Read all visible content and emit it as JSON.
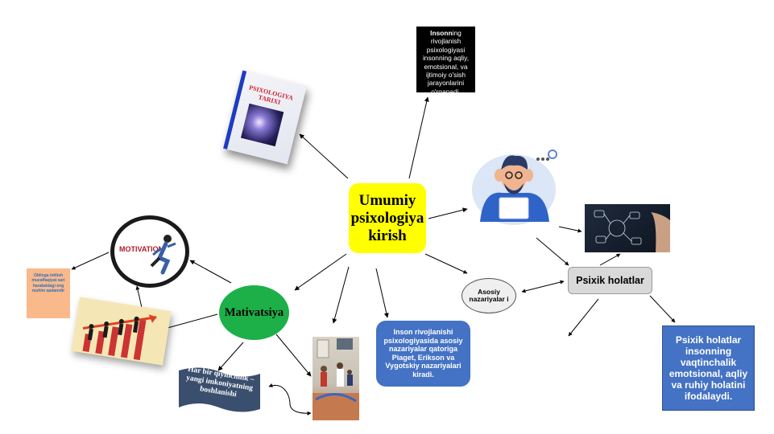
{
  "center": {
    "label": "Umumiy psixologiya kirish"
  },
  "definition": {
    "bold_part": "Insonn",
    "rest": "ing rivojlanish psixologiyasi insonning aqliy, emotsional, va ijtimoiy o'sish jarayonlarini o'rganadi."
  },
  "book": {
    "cover_title": "PSIXOLOGIYA TARIXI"
  },
  "psixik": {
    "label": "Psixik holatlar",
    "description": "Psixik holatlar insonning vaqtinchalik emotsional, aqliy va ruhiy holatini ifodalaydi."
  },
  "asosiy": {
    "label": "Asosiy nazariyalar i"
  },
  "theories_box": {
    "text": "Inson rivojlanishi psixologiyasida asosiy nazariyalar qatoriga Piaget, Erikson va Vygotskiy nazariyalari kiradi."
  },
  "mativatsiya": {
    "label": "Mativatsiya"
  },
  "motivation_image": {
    "text": "MOTIVATION"
  },
  "orange_note": {
    "text": "Oldinga intilish muvaffaqiyat sari harakatdagi eng muhim qadamdir"
  },
  "banner": {
    "text": "Har bir qiyinchilik – yangi imkoniyatning boshlanishi"
  },
  "colors": {
    "yellow": "#ffff00",
    "green": "#1db048",
    "blue": "#4472c4",
    "grey": "#d9d9d9",
    "banner": "#3a4e6e",
    "orange": "#f9b98a"
  }
}
